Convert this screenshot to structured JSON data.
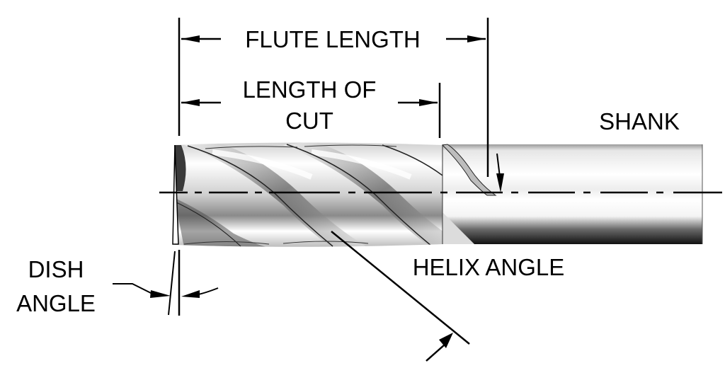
{
  "diagram": {
    "subject": "End mill (4-flute) anatomy",
    "labels": {
      "flute_length": "FLUTE LENGTH",
      "length_of_cut_line1": "LENGTH OF",
      "length_of_cut_line2": "CUT",
      "shank": "SHANK",
      "helix_angle": "HELIX ANGLE",
      "dish_angle_line1": "DISH",
      "dish_angle_line2": "ANGLE"
    },
    "colors": {
      "line": "#000000",
      "background": "#ffffff",
      "metal_light": "#f4f4f4",
      "metal_dark": "#1a1a1a"
    }
  }
}
